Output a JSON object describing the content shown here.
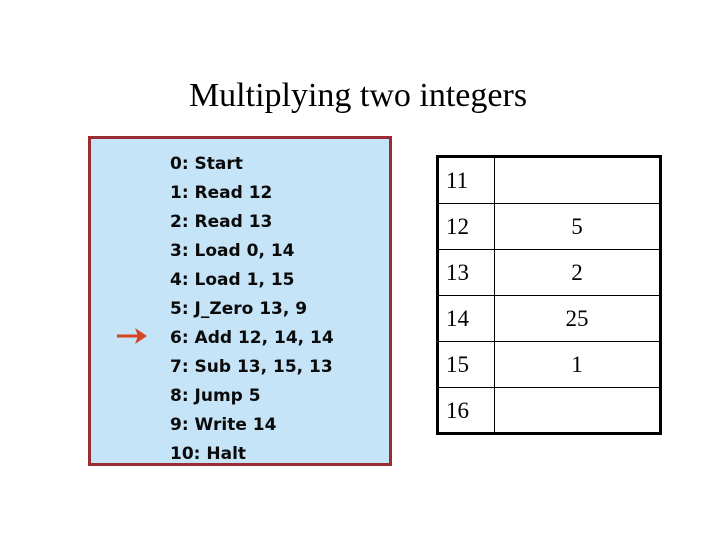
{
  "slide": {
    "title": "Multiplying two integers",
    "background_color": "#ffffff"
  },
  "program_panel": {
    "fill_color": "#c5e4f7",
    "border_color": "#9b2c33",
    "lines": [
      {
        "label": "0: Start"
      },
      {
        "label": "1: Read 12"
      },
      {
        "label": "2: Read 13"
      },
      {
        "label": "3: Load 0, 14"
      },
      {
        "label": "4: Load 1, 15"
      },
      {
        "label": "5: J_Zero 13, 9"
      },
      {
        "label": "6: Add 12, 14, 14"
      },
      {
        "label": "7: Sub 13, 15, 13"
      },
      {
        "label": "8: Jump 5"
      },
      {
        "label": "9: Write 14"
      },
      {
        "label": "10: Halt"
      }
    ]
  },
  "execution_pointer": {
    "icon": "arrow-right-icon",
    "color": "#d6451f",
    "points_to_line": "6: Add 12, 14, 14",
    "points_to_index": 6
  },
  "memory_table": {
    "border_color": "#000000",
    "rows": [
      {
        "address": "11",
        "value": ""
      },
      {
        "address": "12",
        "value": "5"
      },
      {
        "address": "13",
        "value": "2"
      },
      {
        "address": "14",
        "value": "25"
      },
      {
        "address": "15",
        "value": "1"
      },
      {
        "address": "16",
        "value": ""
      }
    ]
  }
}
